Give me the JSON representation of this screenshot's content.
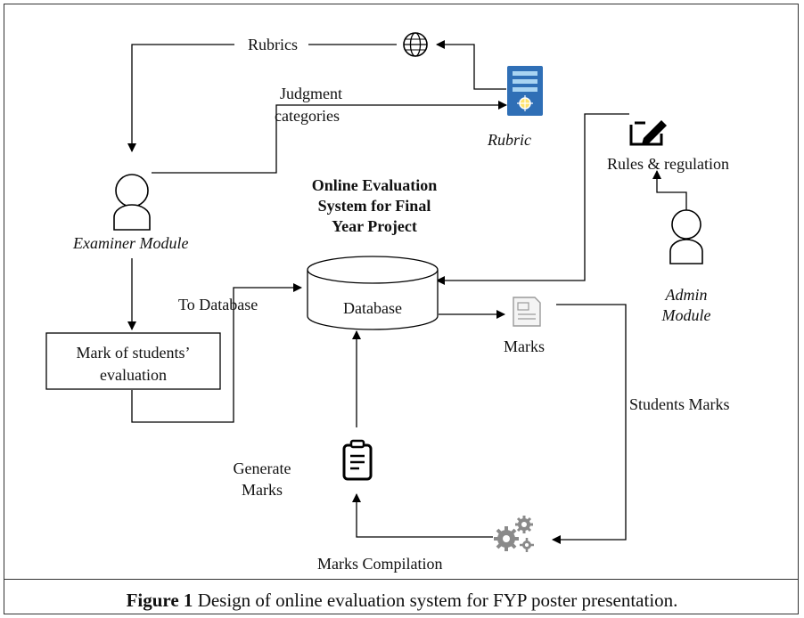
{
  "title": {
    "line1": "Online Evaluation",
    "line2": "System for Final",
    "line3": "Year Project"
  },
  "labels": {
    "rubrics": "Rubrics",
    "judgment_line1": "Judgment",
    "judgment_line2": "categories",
    "rubric": "Rubric",
    "rules_regulation": "Rules & regulation",
    "examiner_module": "Examiner Module",
    "admin_line1": "Admin",
    "admin_line2": "Module",
    "to_database": "To Database",
    "database": "Database",
    "marks": "Marks",
    "mark_eval_line1": "Mark of students’",
    "mark_eval_line2": "evaluation",
    "students_marks": "Students Marks",
    "generate_line1": "Generate",
    "generate_line2": "Marks",
    "marks_compilation": "Marks Compilation"
  },
  "caption": {
    "prefix": "Figure 1",
    "text": " Design of online evaluation system for FYP poster presentation."
  },
  "icons": [
    "globe-icon",
    "server-rubric-icon",
    "edit-icon",
    "examiner-person-icon",
    "admin-person-icon",
    "document-marks-icon",
    "clipboard-list-icon",
    "gears-icon"
  ],
  "colors": {
    "server_blue": "#2f6fb6",
    "server_light": "#a9d4f2",
    "gear_grey": "#8a8a8a",
    "doc_grey": "#9a9a9a"
  }
}
